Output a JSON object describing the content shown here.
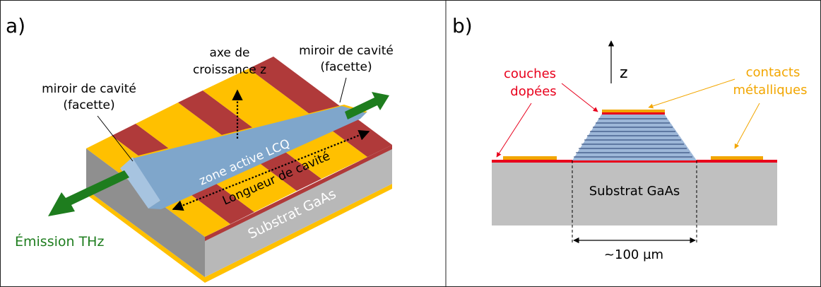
{
  "panel_a": {
    "label": "a)",
    "growth_axis": [
      "axe de",
      "croissance z"
    ],
    "mirror_right": [
      "miroir de cavité",
      "(facette)"
    ],
    "mirror_left": [
      "miroir de cavité",
      "(facette)"
    ],
    "active_zone": "zone active LCQ",
    "cavity_length": "Longueur de cavité",
    "substrate": "Substrat GaAs",
    "emission": "Émission THz"
  },
  "panel_b": {
    "label": "b)",
    "z_axis": "z",
    "doped_layers": [
      "couches",
      "dopées"
    ],
    "metal_contacts": [
      "contacts",
      "métalliques"
    ],
    "substrate": "Substrat GaAs",
    "width": "~100 µm"
  },
  "colors": {
    "substrate": "#c0c0c0",
    "substrate_side": "#9d9d9d",
    "gold": "#ffc000",
    "red_layer": "#b03a3a",
    "active_blue": "#7fa6cb",
    "arrow_green": "#1e7d1e",
    "label_red": "#e8001c",
    "label_gold": "#f2a600"
  }
}
